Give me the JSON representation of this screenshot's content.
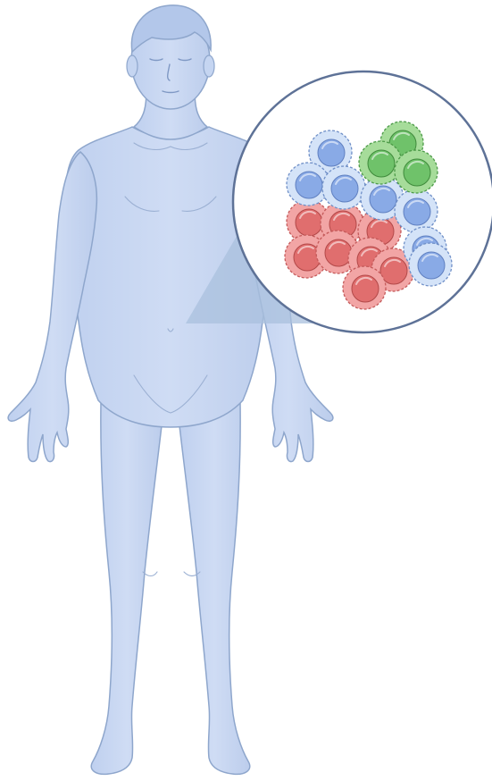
{
  "figure": {
    "body": {
      "skin_fill": "#c9d8f2",
      "skin_stroke": "#8ea6cc",
      "hair_fill": "#b3c7ea"
    },
    "zoom_callout": {
      "cone_fill": "#a9c0de",
      "ring_stroke": "#5e7297",
      "ring_fill": "#ffffff"
    },
    "cells": {
      "legend": [
        {
          "type": "blue-cell",
          "count": 7,
          "fill": "#89aae6",
          "outer": "#d4e3f8"
        },
        {
          "type": "green-cell",
          "count": 3,
          "fill": "#6fc26a",
          "outer": "#a6dc9a"
        },
        {
          "type": "red-cell",
          "count": 8,
          "fill": "#e06e6e",
          "outer": "#f2a5a5"
        }
      ]
    }
  }
}
